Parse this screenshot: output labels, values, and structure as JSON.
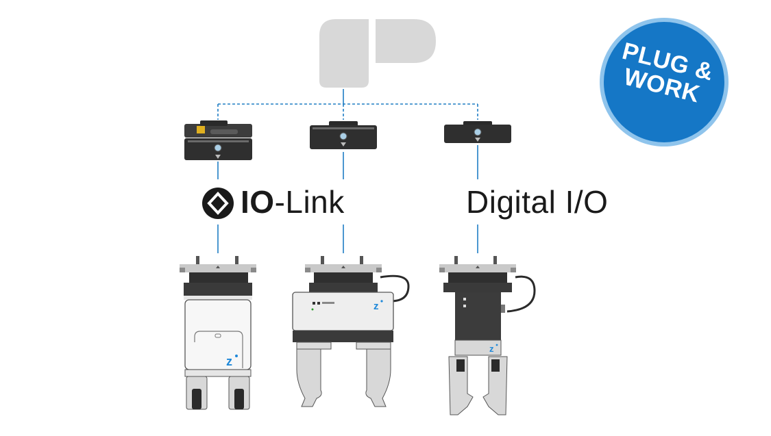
{
  "badge": {
    "line1": "PLUG &",
    "line2": "WORK"
  },
  "labels": {
    "iolink_bold": "IO",
    "iolink_rest": "-Link",
    "digital_io": "Digital I/O"
  },
  "colors": {
    "connector": "#1e7dc4",
    "badge_fill": "#1577c6",
    "badge_ring": "#8fc4ec",
    "robot": "#d8d8d8",
    "device_dark": "#3a3a3a",
    "logo_blue": "#1e88d9"
  },
  "icons": [
    "robot-arm-icon",
    "iolink-logo-icon",
    "zimmer-logo-icon"
  ]
}
